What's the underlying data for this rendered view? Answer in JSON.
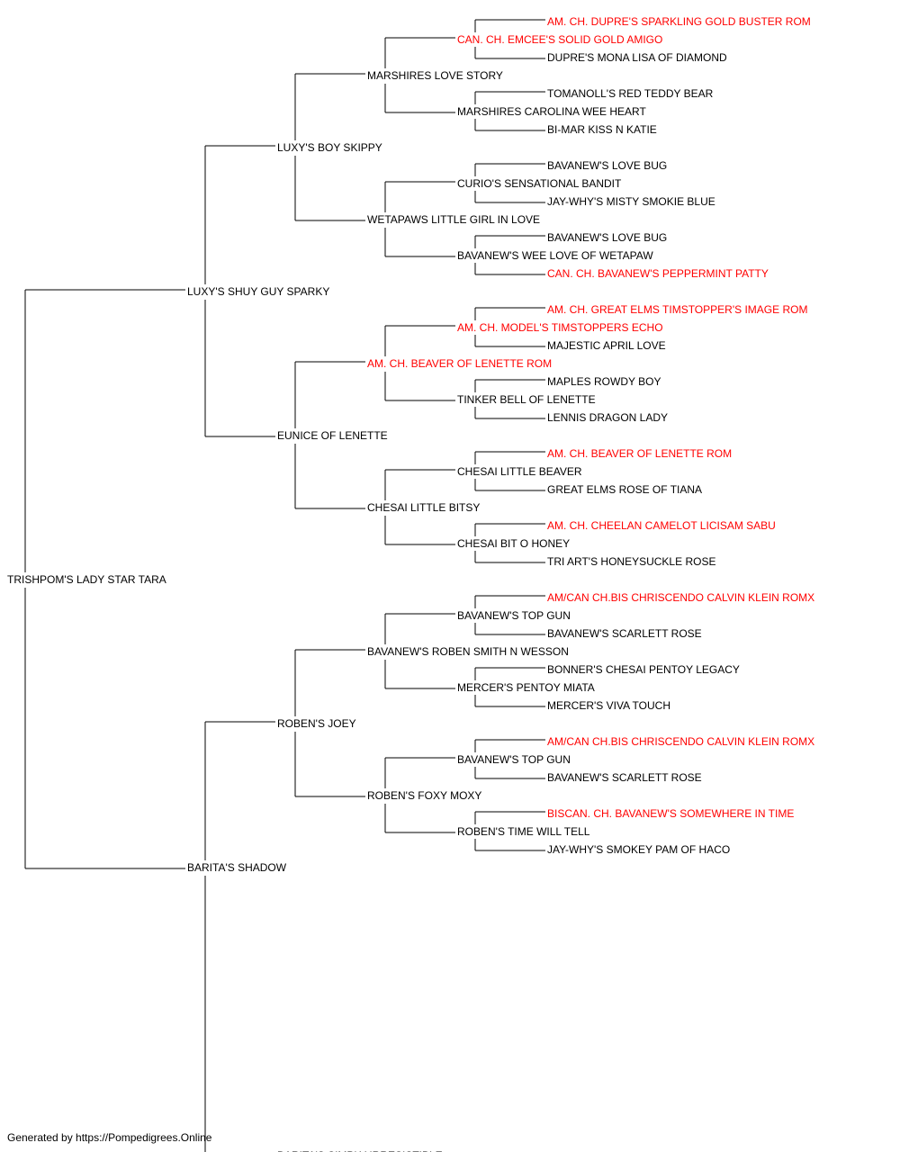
{
  "colors": {
    "champion": "#ff0000",
    "regular": "#000000",
    "line": "#000000"
  },
  "pedigree": {
    "subject": "TRISHPOM'S LADY STAR TARA",
    "sire": {
      "name": "LUXY'S SHUY GUY SPARKY",
      "sire": {
        "name": "LUXY'S BOY SKIPPY",
        "sire": {
          "name": "MARSHIRES LOVE STORY",
          "sire": {
            "name": "CAN. CH. EMCEE'S SOLID GOLD AMIGO",
            "champion": true,
            "sire": {
              "name": "AM. CH. DUPRE'S SPARKLING GOLD BUSTER ROM",
              "champion": true
            },
            "dam": {
              "name": "DUPRE'S MONA LISA OF DIAMOND"
            }
          },
          "dam": {
            "name": "MARSHIRES CAROLINA WEE HEART",
            "sire": {
              "name": "TOMANOLL'S RED TEDDY BEAR"
            },
            "dam": {
              "name": "BI-MAR KISS N KATIE"
            }
          }
        },
        "dam": {
          "name": "WETAPAWS LITTLE GIRL IN LOVE",
          "sire": {
            "name": "CURIO'S SENSATIONAL BANDIT",
            "sire": {
              "name": "BAVANEW'S LOVE BUG"
            },
            "dam": {
              "name": "JAY-WHY'S MISTY SMOKIE BLUE"
            }
          },
          "dam": {
            "name": "BAVANEW'S WEE LOVE OF WETAPAW",
            "sire": {
              "name": "BAVANEW'S LOVE BUG"
            },
            "dam": {
              "name": "CAN. CH. BAVANEW'S PEPPERMINT PATTY",
              "champion": true
            }
          }
        }
      },
      "dam": {
        "name": "EUNICE OF LENETTE",
        "sire": {
          "name": "AM. CH. BEAVER OF LENETTE ROM",
          "champion": true,
          "sire": {
            "name": "AM. CH. MODEL'S TIMSTOPPERS ECHO",
            "champion": true,
            "sire": {
              "name": "AM. CH. GREAT ELMS TIMSTOPPER'S IMAGE ROM",
              "champion": true
            },
            "dam": {
              "name": "MAJESTIC APRIL LOVE"
            }
          },
          "dam": {
            "name": "TINKER BELL OF LENETTE",
            "sire": {
              "name": "MAPLES ROWDY BOY"
            },
            "dam": {
              "name": "LENNIS DRAGON LADY"
            }
          }
        },
        "dam": {
          "name": "CHESAI LITTLE BITSY",
          "sire": {
            "name": "CHESAI LITTLE BEAVER",
            "sire": {
              "name": "AM. CH. BEAVER OF LENETTE ROM",
              "champion": true
            },
            "dam": {
              "name": "GREAT ELMS ROSE OF TIANA"
            }
          },
          "dam": {
            "name": "CHESAI BIT O HONEY",
            "sire": {
              "name": "AM. CH. CHEELAN CAMELOT LICISAM SABU",
              "champion": true
            },
            "dam": {
              "name": "TRI ART'S HONEYSUCKLE ROSE"
            }
          }
        }
      }
    },
    "dam": {
      "name": "BARITA'S SHADOW",
      "sire": {
        "name": "ROBEN'S JOEY",
        "sire": {
          "name": "BAVANEW'S ROBEN SMITH N WESSON",
          "sire": {
            "name": "BAVANEW'S TOP GUN",
            "sire": {
              "name": "AM/CAN CH.BIS CHRISCENDO CALVIN KLEIN ROMX",
              "champion": true
            },
            "dam": {
              "name": "BAVANEW'S SCARLETT ROSE"
            }
          },
          "dam": {
            "name": "MERCER'S PENTOY MIATA",
            "sire": {
              "name": "BONNER'S CHESAI PENTOY LEGACY"
            },
            "dam": {
              "name": "MERCER'S VIVA TOUCH"
            }
          }
        },
        "dam": {
          "name": "ROBEN'S FOXY MOXY",
          "sire": {
            "name": "BAVANEW'S TOP GUN",
            "sire": {
              "name": "AM/CAN CH.BIS CHRISCENDO CALVIN KLEIN ROMX",
              "champion": true
            },
            "dam": {
              "name": "BAVANEW'S SCARLETT ROSE"
            }
          },
          "dam": {
            "name": "ROBEN'S TIME WILL TELL",
            "sire": {
              "name": "BISCAN. CH. BAVANEW'S SOMEWHERE IN TIME",
              "champion": true
            },
            "dam": {
              "name": "JAY-WHY'S SMOKEY PAM OF HACO"
            }
          }
        }
      },
      "dam": {
        "name": "BARITA'S SIMPLY IRRESISTIBLE"
      }
    }
  },
  "footer": "Generated by https://Pompedigrees.Online"
}
